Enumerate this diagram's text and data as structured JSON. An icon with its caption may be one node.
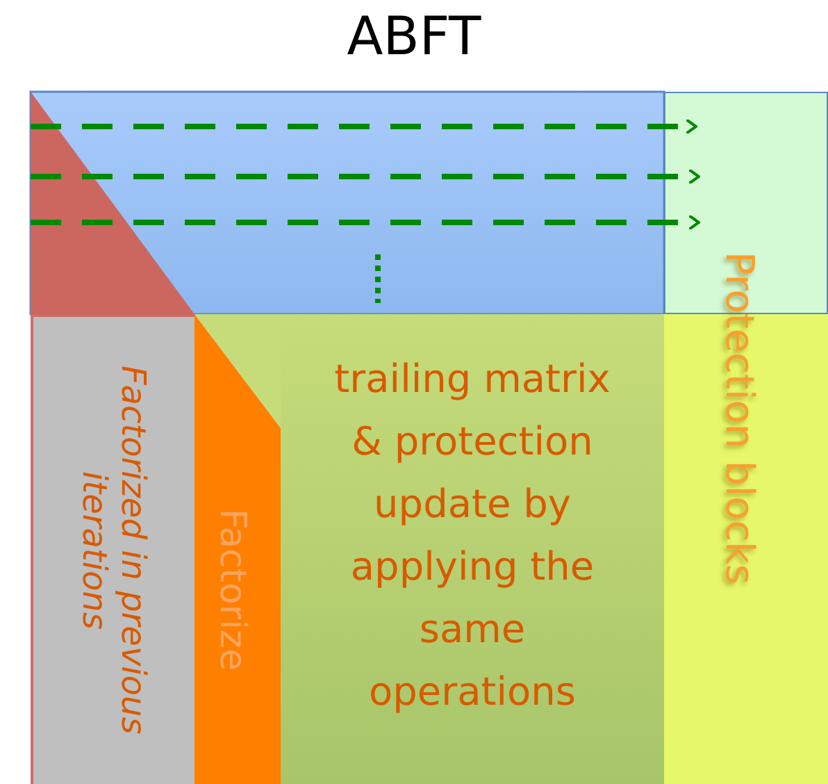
{
  "diagram": {
    "title": "ABFT",
    "nodes": [
      {
        "text": [
          "Factorized in previous iterations"
        ]
      },
      {
        "text": [
          "Factorize"
        ]
      },
      {
        "text": [
          "trailing matrix & protection update by applying the same operations"
        ]
      },
      {
        "text": [
          "Protection blocks"
        ]
      }
    ]
  }
}
